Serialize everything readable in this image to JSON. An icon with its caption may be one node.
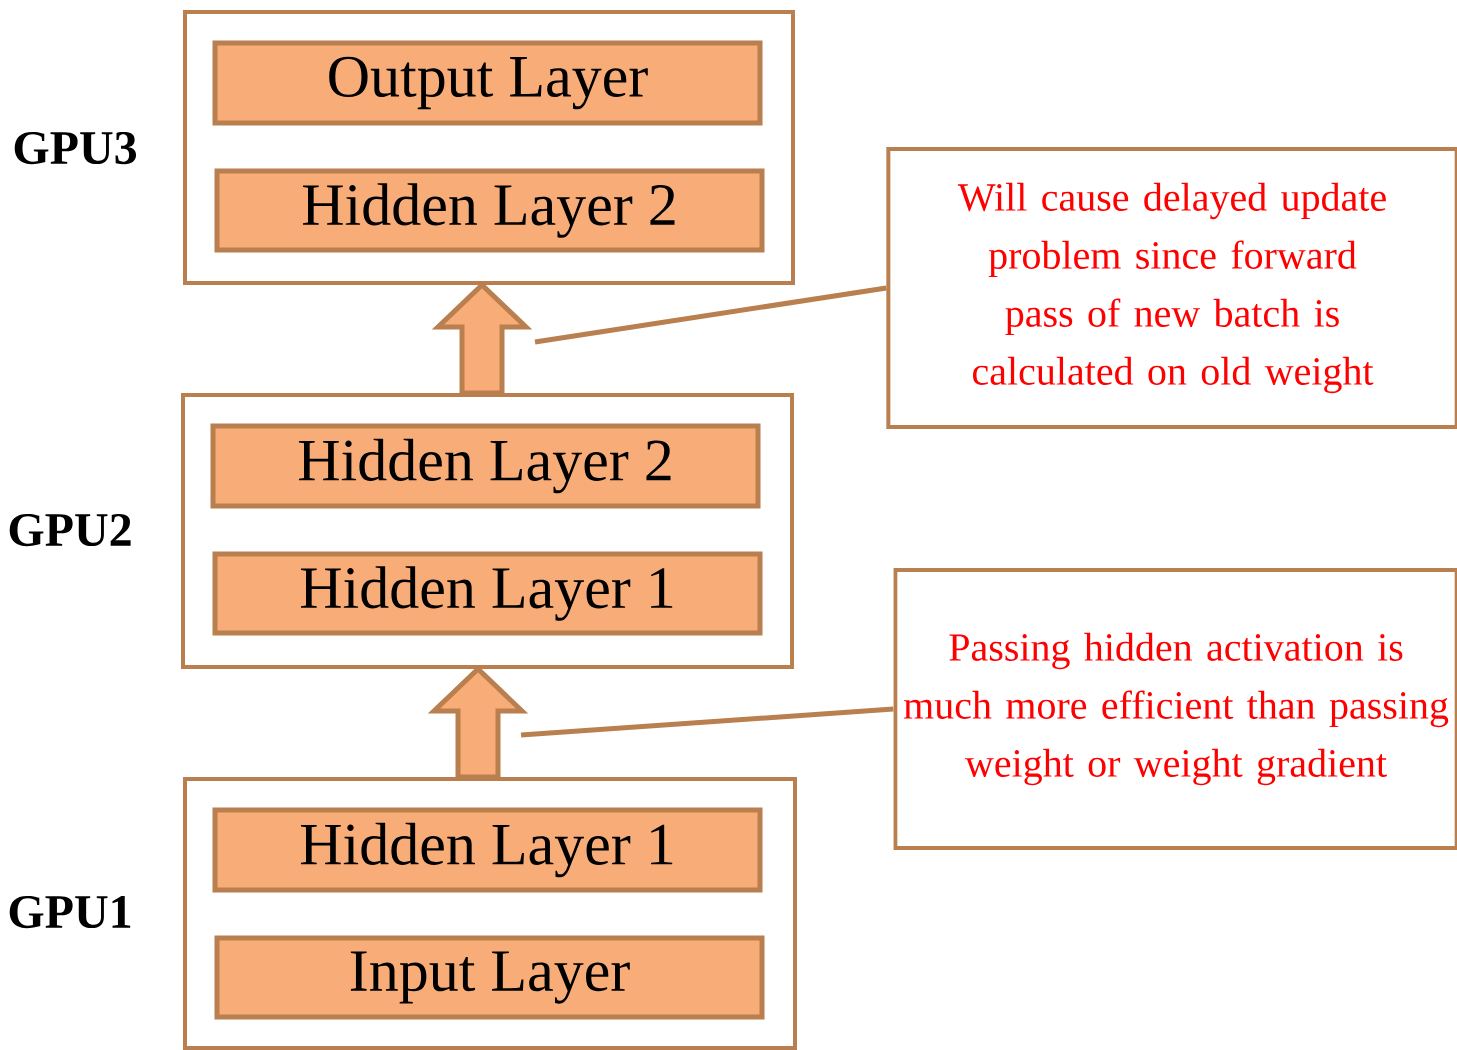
{
  "diagram": {
    "nodes": [
      {
        "text": [
          "GPU3"
        ]
      },
      {
        "text": [
          "Output Layer"
        ],
        "in": 0
      },
      {
        "text": [
          "Hidden Layer 2"
        ],
        "in": 0
      },
      {
        "text": [
          "GPU2"
        ]
      },
      {
        "text": [
          "Hidden Layer 2"
        ],
        "in": 3
      },
      {
        "text": [
          "Hidden Layer 1"
        ],
        "in": 3
      },
      {
        "text": [
          "GPU1"
        ]
      },
      {
        "text": [
          "Hidden Layer 1"
        ],
        "in": 6
      },
      {
        "text": [
          "Input Layer"
        ],
        "in": 6
      },
      {
        "text": [
          "Will cause delayed update problem since forward pass of new batch is calculated on old weight"
        ]
      },
      {
        "text": [
          "Passing hidden activation is much more efficient than passing weight or weight gradient"
        ]
      }
    ],
    "edges": [
      {
        "from": 6,
        "to": 3,
        "arrow": "to",
        "style": "thick"
      },
      {
        "from": 3,
        "to": 0,
        "arrow": "to",
        "style": "thick"
      },
      {
        "from": 9,
        "to": null,
        "arrow": "none"
      },
      {
        "from": 10,
        "to": null,
        "arrow": "none"
      }
    ]
  }
}
